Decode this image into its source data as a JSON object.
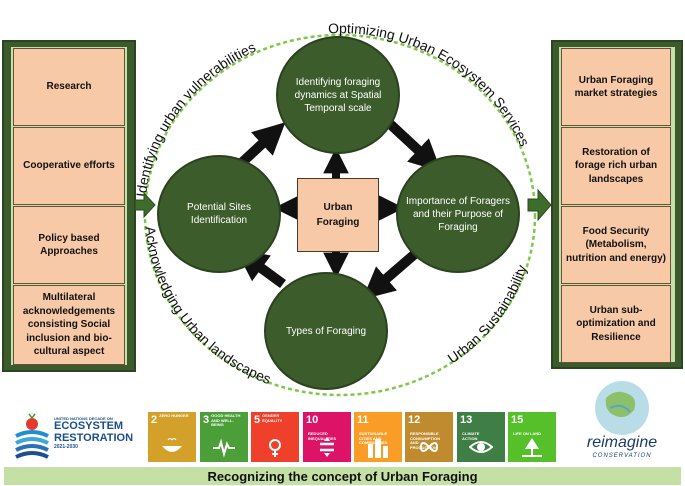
{
  "left_panel": {
    "items": [
      "Research",
      "Cooperative efforts",
      "Policy based Approaches",
      "Multilateral acknowledgements consisting Social inclusion and bio-cultural aspect"
    ]
  },
  "right_panel": {
    "items": [
      "Urban Foraging market strategies",
      "Restoration of forage rich urban landscapes",
      "Food Security (Metabolism, nutrition and energy)",
      "Urban sub-optimization and Resilience"
    ]
  },
  "arc_labels": {
    "top_left": "Identifying urban vulnerabilities",
    "top_right": "Optimizing Urban Ecosystem Services",
    "bottom_left": "Acknowledging Urban landscapes",
    "bottom_right": "Urban Sustainability"
  },
  "center": {
    "line1": "Urban",
    "line2": "Foraging"
  },
  "circles": {
    "top": "Identifying foraging dynamics at Spatial Temporal scale",
    "left": "Potential Sites Identification",
    "right": "Importance of Foragers and their Purpose of Foraging",
    "bottom": "Types of Foraging"
  },
  "un_logo": {
    "line1": "UNITED NATIONS DECADE ON",
    "line2": "ECOSYSTEM",
    "line3": "RESTORATION",
    "line4": "2021-2030"
  },
  "sdgs": [
    {
      "num": "2",
      "label": "ZERO HUNGER",
      "color": "#d3a029",
      "icon": "bowl-icon"
    },
    {
      "num": "3",
      "label": "GOOD HEALTH AND WELL-BEING",
      "color": "#4c9f38",
      "icon": "heartbeat-icon"
    },
    {
      "num": "5",
      "label": "GENDER EQUALITY",
      "color": "#ef402b",
      "icon": "gender-icon"
    },
    {
      "num": "10",
      "label": "REDUCED INEQUALITIES",
      "color": "#dd1367",
      "icon": "equality-icon"
    },
    {
      "num": "11",
      "label": "SUSTAINABLE CITIES AND COMMUNITIES",
      "color": "#f99d26",
      "icon": "city-icon"
    },
    {
      "num": "12",
      "label": "RESPONSIBLE CONSUMPTION AND PRODUCTION",
      "color": "#bf8b2e",
      "icon": "infinity-icon"
    },
    {
      "num": "13",
      "label": "CLIMATE ACTION",
      "color": "#3f7e44",
      "icon": "eye-globe-icon"
    },
    {
      "num": "15",
      "label": "LIFE ON LAND",
      "color": "#56c02b",
      "icon": "tree-icon"
    }
  ],
  "reimagine_logo": {
    "line1": "reimagine",
    "line2": "CONSERVATION"
  },
  "banner": "Recognizing the concept  of Urban Foraging"
}
